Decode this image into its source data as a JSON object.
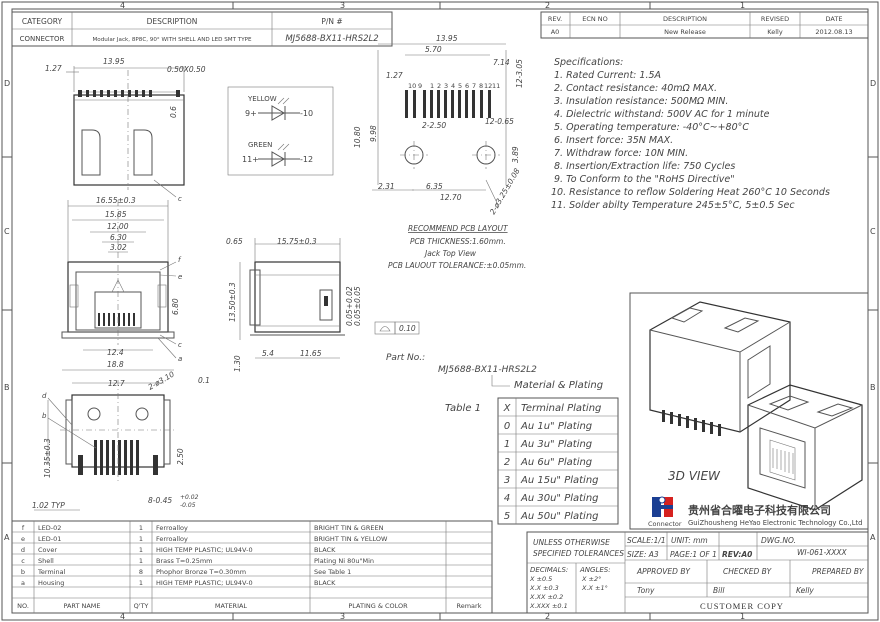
{
  "zones": {
    "top": [
      "4",
      "3",
      "2",
      "1"
    ],
    "side": [
      "D",
      "C",
      "B",
      "A"
    ]
  },
  "title_block": {
    "headers": [
      "CATEGORY",
      "DESCRIPTION",
      "P/N #"
    ],
    "category": "CONNECTOR",
    "description": "Modular Jack, 8P8C, 90° WITH SHELL AND LED SMT TYPE",
    "pn": "MJ5688-BX11-HRS2L2"
  },
  "revision": {
    "headers": [
      "REV.",
      "ECN NO",
      "DESCRIPTION",
      "REVISED",
      "DATE"
    ],
    "rows": [
      {
        "rev": "A0",
        "ecn": "",
        "desc": "New Release",
        "revised": "Kelly",
        "date": "2012.08.13"
      }
    ]
  },
  "specifications": {
    "title": "Specifications:",
    "items": [
      "1. Rated Current: 1.5A",
      "2. Contact resistance: 40mΩ MAX.",
      "3. Insulation resistance: 500MΩ MIN.",
      "4. Dielectric withstand: 500V AC for 1 minute",
      "5. Operating temperature: -40°C~+80°C",
      "6. Insert force: 35N MAX.",
      "7. Withdraw force: 10N MIN.",
      "8. Insertion/Extraction life: 750 Cycles",
      "9. To Conform to the \"RoHS Directive\"",
      "10. Resistance to reflow Soldering Heat 260°C 10 Seconds",
      "11. Solder abilty Temperature 245±5°C, 5±0.5 Sec"
    ]
  },
  "led_legend": {
    "yellow": "YELLOW",
    "green": "GREEN",
    "yellow_left": "9+",
    "yellow_right": "-10",
    "green_left": "11+",
    "green_right": "-12"
  },
  "pcb_layout": {
    "title": "RECOMMEND PCB LAYOUT",
    "lines": [
      "PCB THICKNESS:1.60mm.",
      "Jack Top View",
      "PCB LAUOUT TOLERANCE:±0.05mm."
    ]
  },
  "dims": {
    "top_view": [
      "1.27",
      "13.95",
      "0.50X0.50",
      "0.6"
    ],
    "front_view": [
      "16.55±0.3",
      "15.85",
      "12.00",
      "6.30",
      "3.02",
      "6.80",
      "12.4",
      "18.8"
    ],
    "side_view": [
      "0.65",
      "15.75±0.3",
      "13.50±0.3",
      "0.05±0.05",
      "0.05+0.02",
      "1.30",
      "5.4",
      "11.65",
      "0.10"
    ],
    "bottom_view": [
      "12.7",
      "2-ø3.10",
      "0.1",
      "10.35±0.3",
      "2.50",
      "8-0.45",
      "+0.02",
      "-0.05",
      "1.02 TYP"
    ],
    "pcb": [
      "13.95",
      "5.70",
      "7.14",
      "12-3.05",
      "1.27",
      "10.80",
      "9.98",
      "2-2.50",
      "12-0.65",
      "3.89",
      "2.31",
      "6.35",
      "12.70",
      "2-ø3.25±0.08"
    ]
  },
  "pin_numbers": {
    "pcb_left": [
      "10",
      "9"
    ],
    "pcb_mid": [
      "1",
      "2",
      "3",
      "4",
      "5",
      "6",
      "7",
      "8"
    ],
    "pcb_right": [
      "12",
      "11"
    ]
  },
  "part_note": {
    "label": "Part No.:",
    "pn": "MJ5688-BX11-HRS2L2",
    "material_plating": "Material & Plating"
  },
  "plating_table": {
    "label": "Table 1",
    "header": [
      "X",
      "Terminal Plating"
    ],
    "rows": [
      [
        "0",
        "Au 1u\" Plating"
      ],
      [
        "1",
        "Au 3u\" Plating"
      ],
      [
        "2",
        "Au 6u\" Plating"
      ],
      [
        "3",
        "Au 15u\" Plating"
      ],
      [
        "4",
        "Au 30u\" Plating"
      ],
      [
        "5",
        "Au 50u\" Plating"
      ]
    ]
  },
  "view_3d_label": "3D VIEW",
  "company": {
    "logo_text": "Connector",
    "name_cn": "贵州省合曜电子科技有限公司",
    "name_en": "GuiZhousheng HeYao Electronic Technology Co.,Ltd"
  },
  "bom": {
    "headers": [
      "NO.",
      "PART NAME",
      "Q'TY",
      "MATERIAL",
      "PLATING & COLOR",
      "Remark"
    ],
    "rows": [
      [
        "f",
        "LED-02",
        "1",
        "Ferroalloy",
        "BRIGHT TIN & GREEN",
        ""
      ],
      [
        "e",
        "LED-01",
        "1",
        "Ferroalloy",
        "BRIGHT TIN & YELLOW",
        ""
      ],
      [
        "d",
        "Cover",
        "1",
        "HIGH TEMP PLASTIC; UL94V-0",
        "BLACK",
        ""
      ],
      [
        "c",
        "Shell",
        "1",
        "Brass T=0.25mm",
        "Plating Ni 80u\"Min",
        ""
      ],
      [
        "b",
        "Terminal",
        "8",
        "Phophor Bronze T=0.30mm",
        "See Table 1",
        ""
      ],
      [
        "a",
        "Housing",
        "1",
        "HIGH TEMP PLASTIC; UL94V-0",
        "BLACK",
        ""
      ]
    ]
  },
  "drawing_info": {
    "unless": "UNLESS OTHERWISE",
    "specified": "SPECIFIED TOLERANCES",
    "scale": "SCALE:1/1",
    "unit": "UNIT: mm",
    "dwg_no_label": "DWG.NO.",
    "dwg_no": "WI-061-XXXX",
    "size": "SIZE: A3",
    "page": "PAGE:1 OF 1",
    "rev": "REV:A0",
    "decimals_label": "DECIMALS:",
    "angles_label": "ANGLES:",
    "decimals": [
      "X     ±0.5",
      "X.X   ±0.3",
      "X.XX  ±0.2",
      "X.XXX ±0.1"
    ],
    "angles": [
      "X   ±2°",
      "X.X ±1°"
    ],
    "approved_by": "APPROVED BY",
    "checked_by": "CHECKED BY",
    "prepared_by": "PREPARED BY",
    "approved_name": "Tony",
    "checked_name": "Bill",
    "prepared_name": "Kelly",
    "customer_copy": "CUSTOMER COPY"
  },
  "callouts": [
    "a",
    "b",
    "c",
    "d",
    "e",
    "f"
  ]
}
